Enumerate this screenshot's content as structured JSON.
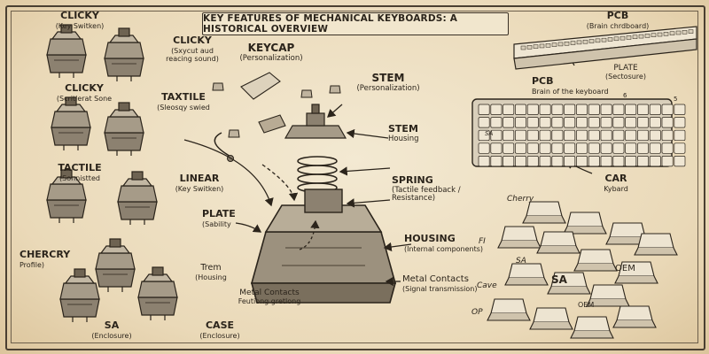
{
  "title": "KEY FEATURES OF MECHANICAL KEYBOARDS: A HISTORICAL OVERVIEW",
  "labels": {
    "clicky1": {
      "name": "CLICKY",
      "sub": "(Key Switken)"
    },
    "clicky2": {
      "name": "CLICKY",
      "sub": "(Sxycut aud reacing sound)"
    },
    "clicky3": {
      "name": "CLICKY",
      "sub": "(Scritlerat Sone"
    },
    "taxtile": {
      "name": "TAXTILE",
      "sub": "(Sleosqy swied"
    },
    "tactile": {
      "name": "TACTILE",
      "sub": "(Sonnistted"
    },
    "linear": {
      "name": "LINEAR",
      "sub": "(Key Switken)"
    },
    "chercry": {
      "name": "CHERCRY",
      "sub": "Profile)"
    },
    "sa_left": {
      "name": "SA",
      "sub": "(Enclosure)"
    },
    "case": {
      "name": "CASE",
      "sub": "(Enclosure)"
    },
    "trem": {
      "name": "Trem",
      "sub": "(Housing"
    },
    "metal_left": {
      "name": "Metal Contacts",
      "sub": "Feutiong gretlong"
    },
    "keycap": {
      "name": "KEYCAP",
      "sub": "(Personalization)"
    },
    "stem_top": {
      "name": "STEM",
      "sub": "(Personalization)"
    },
    "stem_housing": {
      "name": "STEM",
      "sub": "Housing"
    },
    "spring": {
      "name": "SPRING",
      "sub": "(Tactile feedback / Resistance)"
    },
    "plate_center": {
      "name": "PLATE",
      "sub": "(Sability"
    },
    "housing": {
      "name": "HOUSING",
      "sub": "(Internal components)"
    },
    "metal_right": {
      "name": "Metal Contacts",
      "sub": "(Signal transmission)"
    },
    "pcb_top": {
      "name": "PCB",
      "sub": "(Brain chrdboard)"
    },
    "plate_right": {
      "name": "PLATE",
      "sub": "(Sectosure)"
    },
    "pcb_mid": {
      "name": "PCB",
      "sub": "Brain of the keyboard"
    },
    "car": {
      "name": "CAR",
      "sub": "Kybard"
    }
  },
  "keycap_labels": {
    "cherry": "Cherry",
    "fi": "FI",
    "sa": "SA",
    "sa_big": "SA",
    "cave": "Cave",
    "op": "OP",
    "oem": "OEM",
    "oem_small": "OEM",
    "sa_kb": "SA",
    "pcb_num": "6",
    "pcb_num2": "5"
  },
  "icons": [
    "switch-icon",
    "keycap-icon",
    "spring-icon",
    "keyboard-icon",
    "arrow-icon"
  ]
}
